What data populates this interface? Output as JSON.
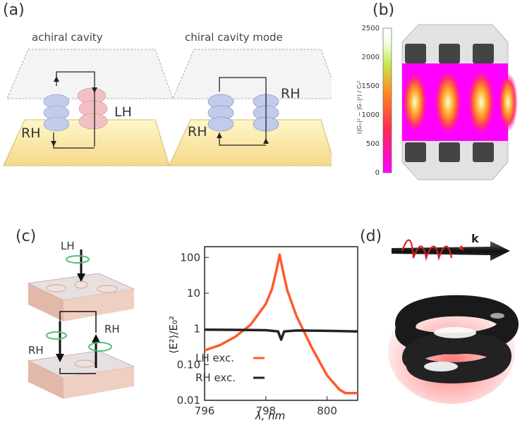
{
  "panels": {
    "a": {
      "label": "(a)",
      "left_title": "achiral cavity",
      "right_title": "chiral cavity mode",
      "left_hand_labels": {
        "left": "RH",
        "right": "LH"
      },
      "right_hand_labels": {
        "left": "RH",
        "right": "RH"
      }
    },
    "b": {
      "label": "(b)",
      "colorbar": {
        "title": "(|G₊|² − |G₋|²) / C₀²",
        "ticks": [
          "0",
          "500",
          "1000",
          "1500",
          "2000",
          "2500"
        ],
        "colors": [
          "#ff00ff",
          "#ff2a55",
          "#ff8a1e",
          "#c8e64a",
          "#f4ffe8",
          "#ffffff"
        ]
      }
    },
    "c": {
      "label": "(c)",
      "schematic": {
        "top_label": "LH",
        "left_label": "RH",
        "right_label": "RH"
      }
    },
    "d": {
      "label": "(d)",
      "k_label": "k"
    }
  },
  "chart_data": {
    "type": "line",
    "xlabel": "λ, nm",
    "ylabel": "⟨E²⟩/E₀²",
    "xlim": [
      796,
      801
    ],
    "ylim": [
      0.01,
      200
    ],
    "yscale": "log",
    "x_ticks": [
      "796",
      "798",
      "800"
    ],
    "y_ticks": [
      {
        "value": 100,
        "label": "100"
      },
      {
        "value": 10,
        "label": "10"
      },
      {
        "value": 1,
        "label": "1"
      },
      {
        "value": 0.1,
        "label": "0.10"
      },
      {
        "value": 0.01,
        "label": "0.01"
      }
    ],
    "series": [
      {
        "name": "LH exc.",
        "color": "#ff5a2e",
        "x": [
          796,
          796.5,
          797,
          797.5,
          798,
          798.2,
          798.35,
          798.45,
          798.55,
          798.7,
          799,
          799.5,
          800,
          800.4,
          800.6,
          801
        ],
        "y": [
          0.25,
          0.35,
          0.6,
          1.3,
          5,
          13,
          45,
          120,
          45,
          12,
          2.3,
          0.3,
          0.05,
          0.02,
          0.016,
          0.016
        ]
      },
      {
        "name": "RH exc.",
        "color": "#222222",
        "x": [
          796,
          797,
          798,
          798.4,
          798.5,
          798.6,
          799,
          800,
          801
        ],
        "y": [
          0.95,
          0.94,
          0.92,
          0.85,
          0.5,
          0.85,
          0.9,
          0.88,
          0.85
        ]
      }
    ],
    "legend_position": "bottom-left"
  }
}
